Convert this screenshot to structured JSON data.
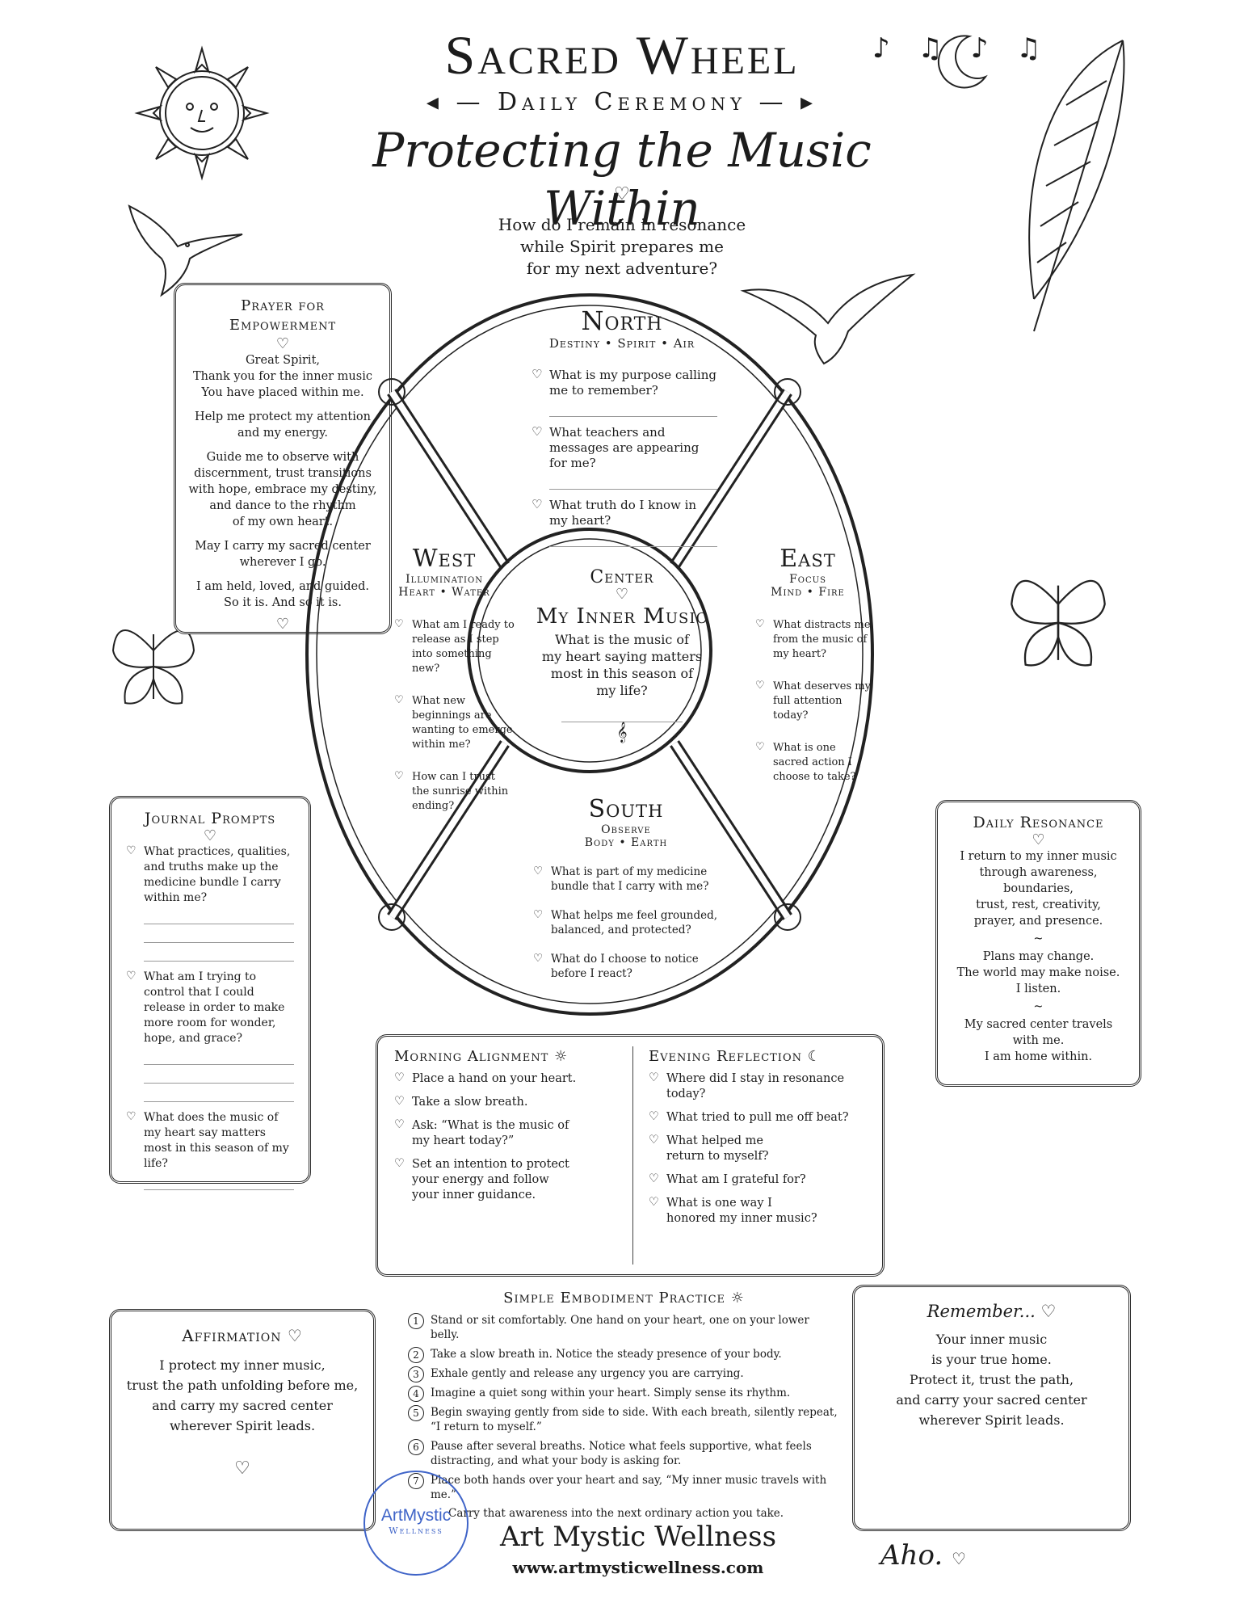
{
  "header": {
    "title": "Sacred Wheel",
    "subtitle": "Daily Ceremony",
    "script_title": "Protecting the Music Within",
    "question": [
      "How do I remain in resonance",
      "while Spirit prepares me",
      "for my next adventure?"
    ]
  },
  "prayer": {
    "title": "Prayer for Empowerment",
    "paragraphs": [
      [
        "Great Spirit,",
        "Thank you for the inner music",
        "You have placed within me."
      ],
      [
        "Help me protect my attention",
        "and my energy."
      ],
      [
        "Guide me to observe with",
        "discernment, trust transitions",
        "with hope, embrace my destiny,",
        "and dance to the rhythm",
        "of my own heart."
      ],
      [
        "May I carry my sacred center",
        "wherever I go."
      ],
      [
        "I am held, loved, and guided.",
        "So it is. And so it is."
      ]
    ]
  },
  "north": {
    "title": "North",
    "sub": "Destiny • Spirit • Air",
    "questions": [
      "What is my purpose calling me to remember?",
      "What teachers and messages are appearing for me?",
      "What truth do I know in my heart?"
    ]
  },
  "west": {
    "title": "West",
    "sub1": "Illumination",
    "sub2": "Heart • Water",
    "questions": [
      "What am I ready to release as I step into something new?",
      "What new beginnings are wanting to emerge within me?",
      "How can I trust the sunrise within ending?"
    ]
  },
  "east": {
    "title": "East",
    "sub1": "Focus",
    "sub2": "Mind • Fire",
    "questions": [
      "What distracts me from the music of my heart?",
      "What deserves my full attention today?",
      "What is one sacred action I choose to take?"
    ]
  },
  "center": {
    "label": "Center",
    "title": "My Inner Music",
    "question": [
      "What is the music of",
      "my heart saying matters",
      "most in this season of",
      "my life?"
    ]
  },
  "south": {
    "title": "South",
    "sub1": "Observe",
    "sub2": "Body • Earth",
    "questions": [
      "What is part of my medicine bundle that I carry with me?",
      "What helps me feel grounded, balanced, and protected?",
      "What do I choose to notice before I react?"
    ]
  },
  "journal": {
    "title": "Journal Prompts",
    "prompts": [
      "What practices, qualities, and truths make up the medicine bundle I carry within me?",
      "What am I trying to control that I could release in order to make more room for wonder, hope, and grace?",
      "What does the music of my heart say matters most in this season of my life?"
    ]
  },
  "resonance": {
    "title": "Daily Resonance",
    "paragraphs": [
      [
        "I return to my inner music",
        "through awareness, boundaries,",
        "trust, rest, creativity,",
        "prayer, and presence."
      ],
      [
        "Plans may change.",
        "The world may make noise.",
        "I listen."
      ],
      [
        "My sacred center travels",
        "with me.",
        "I am home within."
      ]
    ]
  },
  "morning": {
    "title": "Morning Alignment",
    "items": [
      "Place a hand on your heart.",
      "Take a slow breath.",
      "Ask: “What is the music of my heart today?”",
      "Set an intention to protect your energy and follow your inner guidance."
    ]
  },
  "evening": {
    "title": "Evening Reflection",
    "items": [
      "Where did I stay in resonance today?",
      "What tried to pull me off beat?",
      "What helped me return to myself?",
      "What am I grateful for?",
      "What is one way I honored my inner music?"
    ]
  },
  "affirmation": {
    "title": "Affirmation",
    "lines": [
      "I protect my inner music,",
      "trust the path unfolding before me,",
      "and carry my sacred center",
      "wherever Spirit leads."
    ]
  },
  "embodiment": {
    "title": "Simple Embodiment Practice",
    "steps": [
      {
        "n": "1",
        "text": "Stand or sit comfortably. One hand on your heart, one on your lower belly."
      },
      {
        "n": "2",
        "text": "Take a slow breath in. Notice the steady presence of your body."
      },
      {
        "n": "3",
        "text": "Exhale gently and release any urgency you are carrying."
      },
      {
        "n": "4",
        "text": "Imagine a quiet song within your heart. Simply sense its rhythm."
      },
      {
        "n": "5",
        "text": "Begin swaying gently from side to side. With each breath, silently repeat, “I return to myself.”"
      },
      {
        "n": "6",
        "text": "Pause after several breaths. Notice what feels supportive, what feels distracting, and what your body is asking for."
      },
      {
        "n": "7",
        "text": "Place both hands over your heart and say, “My inner music travels with me.”"
      }
    ],
    "closing": "Carry that awareness into the next ordinary action you take."
  },
  "remember": {
    "title": "Remember...",
    "lines": [
      "Your inner music",
      "is your true home.",
      "Protect it, trust the path,",
      "and carry your sacred center",
      "wherever Spirit leads."
    ]
  },
  "footer": {
    "logo_text": "ArtMystic",
    "logo_sub": "Wellness",
    "brand": "Art Mystic Wellness",
    "url": "www.artmysticwellness.com",
    "sign": "Aho."
  },
  "colors": {
    "ink": "#1c1c1c",
    "logo": "#3f64c8"
  },
  "icons": [
    "heart-icon",
    "sun-icon",
    "moon-icon",
    "treble-clef-icon",
    "feather-icon",
    "butterfly-icon",
    "hummingbird-icon",
    "eagle-icon"
  ]
}
